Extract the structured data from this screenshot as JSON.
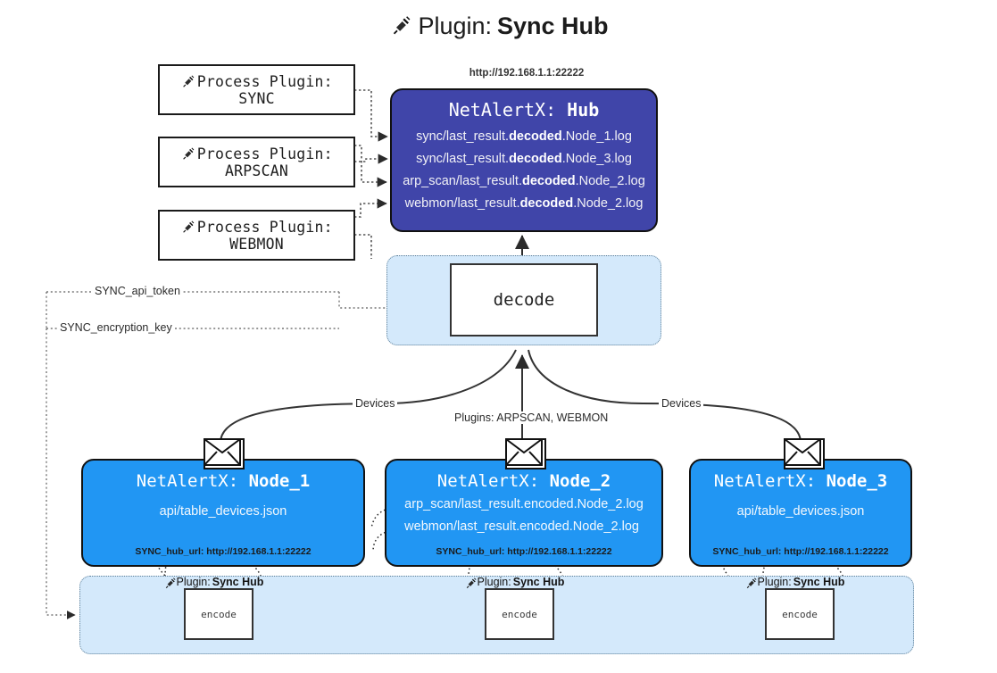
{
  "title": {
    "icon": "plug-icon",
    "prefix": "Plugin: ",
    "name": "Sync Hub"
  },
  "process_plugins": [
    {
      "icon": "plug-icon",
      "line1": "Process Plugin:",
      "line2": "SYNC"
    },
    {
      "icon": "plug-icon",
      "line1": "Process Plugin:",
      "line2": "ARPSCAN"
    },
    {
      "icon": "plug-icon",
      "line1": "Process Plugin:",
      "line2": "WEBMON"
    }
  ],
  "hub": {
    "url_label": "http://192.168.1.1:22222",
    "title_prefix": "NetAlertX: ",
    "title_name": "Hub",
    "color": "#4045a9",
    "logs": [
      {
        "pre": "sync/last_result.",
        "em": "decoded",
        "post": ".Node_1.log"
      },
      {
        "pre": "sync/last_result.",
        "em": "decoded",
        "post": ".Node_3.log"
      },
      {
        "pre": "arp_scan/last_result.",
        "em": "decoded",
        "post": ".Node_2.log"
      },
      {
        "pre": "webmon/last_result.",
        "em": "decoded",
        "post": ".Node_2.log"
      }
    ]
  },
  "decode": {
    "label": "decode",
    "container_color": "#d4e9fb"
  },
  "settings_edges": {
    "api_token": "SYNC_api_token",
    "encryption_key": "SYNC_encryption_key"
  },
  "edge_labels": {
    "devices_left": "Devices",
    "devices_right": "Devices",
    "plugins_center": "Plugins: ARPSCAN, WEBMON"
  },
  "nodes": [
    {
      "icon": "envelope-icon",
      "title_prefix": "NetAlertX: ",
      "title_name": "Node_1",
      "color": "#2196f3",
      "lines": [
        {
          "text": "api/table_devices.json"
        }
      ],
      "footer": "SYNC_hub_url: http://192.168.1.1:22222"
    },
    {
      "icon": "envelope-icon",
      "title_prefix": "NetAlertX: ",
      "title_name": "Node_2",
      "color": "#2196f3",
      "lines": [
        {
          "text": "arp_scan/last_result.encoded.Node_2.log"
        },
        {
          "text": "webmon/last_result.encoded.Node_2.log"
        }
      ],
      "footer": "SYNC_hub_url: http://192.168.1.1:22222"
    },
    {
      "icon": "envelope-icon",
      "title_prefix": "NetAlertX: ",
      "title_name": "Node_3",
      "color": "#2196f3",
      "lines": [
        {
          "text": "api/table_devices.json"
        }
      ],
      "footer": "SYNC_hub_url: http://192.168.1.1:22222"
    }
  ],
  "encoders": [
    {
      "icon": "plug-icon",
      "label_prefix": "Plugin: ",
      "label_name": "Sync Hub",
      "box_label": "encode"
    },
    {
      "icon": "plug-icon",
      "label_prefix": "Plugin: ",
      "label_name": "Sync Hub",
      "box_label": "encode"
    },
    {
      "icon": "plug-icon",
      "label_prefix": "Plugin: ",
      "label_name": "Sync Hub",
      "box_label": "encode"
    }
  ]
}
